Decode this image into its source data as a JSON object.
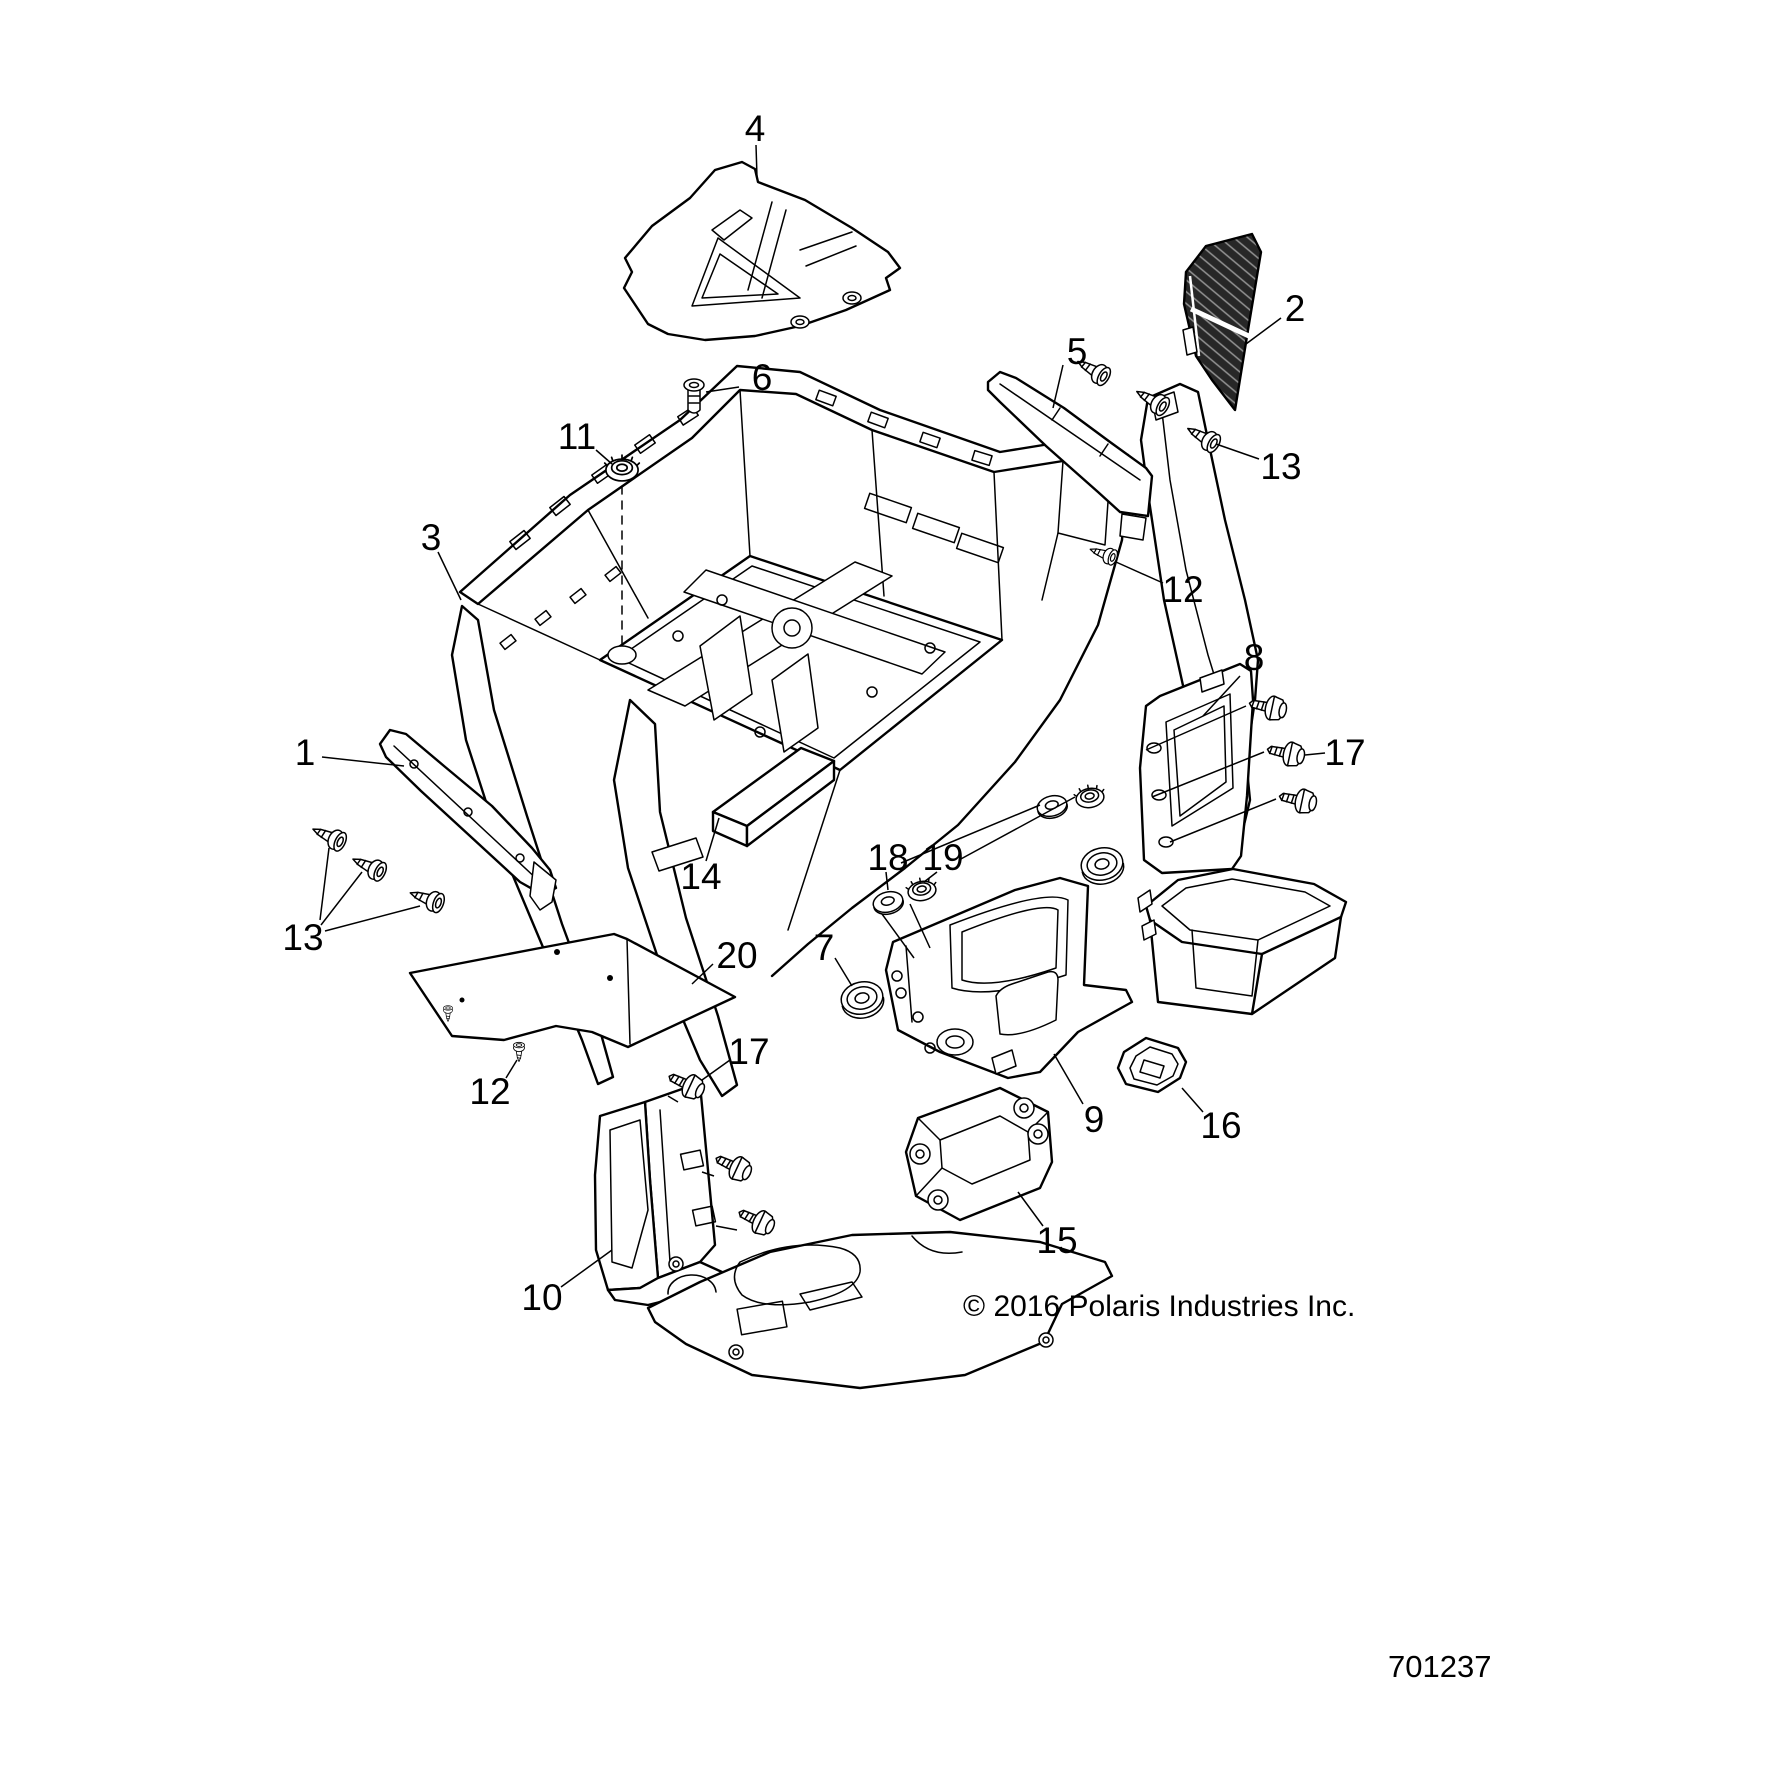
{
  "diagram": {
    "type": "exploded-parts-diagram",
    "figure_id": "701237",
    "copyright": "© 2016 Polaris Industries Inc.",
    "colors": {
      "line": "#000000",
      "background": "#ffffff",
      "grille_fill": "#272727"
    },
    "callouts": [
      {
        "label": "1"
      },
      {
        "label": "2"
      },
      {
        "label": "3"
      },
      {
        "label": "4"
      },
      {
        "label": "5"
      },
      {
        "label": "6"
      },
      {
        "label": "7"
      },
      {
        "label": "8"
      },
      {
        "label": "9"
      },
      {
        "label": "10"
      },
      {
        "label": "11"
      },
      {
        "label": "12"
      },
      {
        "label": "12"
      },
      {
        "label": "13"
      },
      {
        "label": "13"
      },
      {
        "label": "14"
      },
      {
        "label": "15"
      },
      {
        "label": "16"
      },
      {
        "label": "17"
      },
      {
        "label": "17"
      },
      {
        "label": "18"
      },
      {
        "label": "19"
      },
      {
        "label": "20"
      }
    ]
  }
}
